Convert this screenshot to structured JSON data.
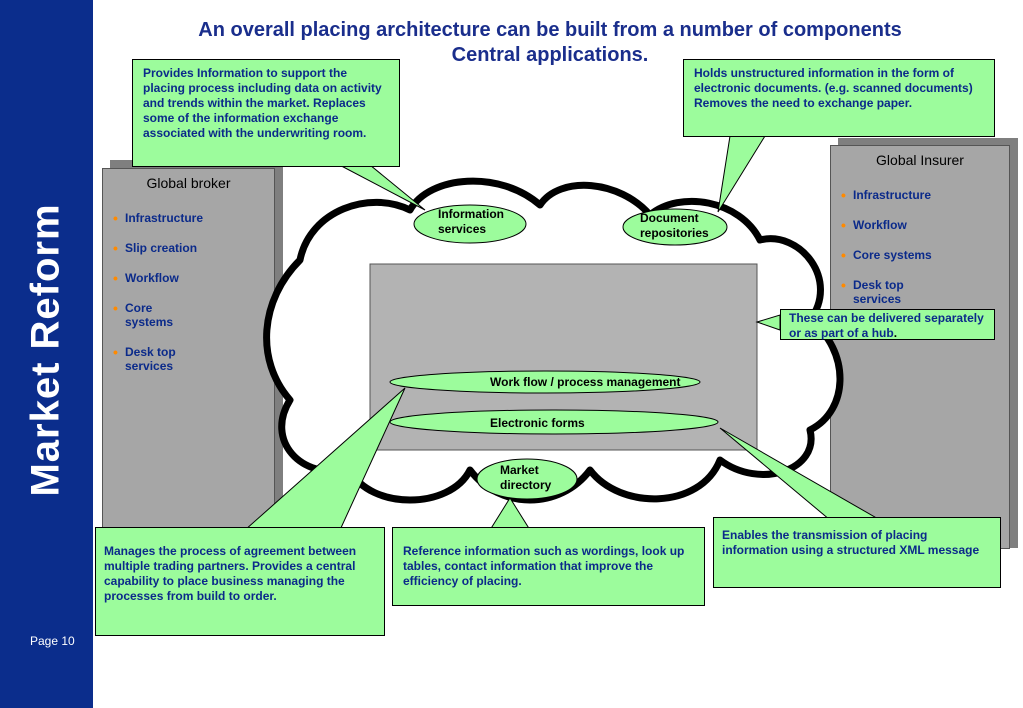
{
  "sidebar": {
    "brand": "Market Reform",
    "page_label": "Page 10"
  },
  "title": {
    "line1": "An overall placing architecture can be built from a number of components",
    "line2": "Central applications."
  },
  "callouts": {
    "info_services": "Provides Information to support the placing process including data on activity and trends within the market. Replaces some of the information exchange associated with the underwriting room.",
    "document_repos": "Holds unstructured information in the form of electronic documents. (e.g. scanned documents) Removes the need to exchange paper.",
    "hub": "These can be delivered separately or as part of a hub",
    "hub_end": ".",
    "workflow": "Manages the process of agreement between multiple trading partners. Provides a central capability to place business managing the processes from build to order.",
    "reference": "Reference information such as wordings, look up tables, contact information that improve the efficiency of placing.",
    "electronic_forms": "Enables the transmission of placing information using a structured XML message"
  },
  "global_broker": {
    "title": "Global broker",
    "items": [
      "Infrastructure",
      "Slip creation",
      "Workflow",
      "Core systems",
      "Desk top services"
    ]
  },
  "global_insurer": {
    "title": "Global Insurer",
    "items": [
      "Infrastructure",
      "Workflow",
      "Core systems",
      "Desk top services"
    ]
  },
  "ovals": {
    "information_services": "Information services",
    "document_repositories": "Document repositories",
    "workflow": "Work flow / process management",
    "electronic_forms": "Electronic forms",
    "market_directory": "Market directory"
  },
  "colors": {
    "sidebar": "#0b2d8c",
    "callout_fill": "#9cfc9c",
    "panel_fill": "#a6a6a6",
    "text_blue": "#0b2a8a"
  }
}
